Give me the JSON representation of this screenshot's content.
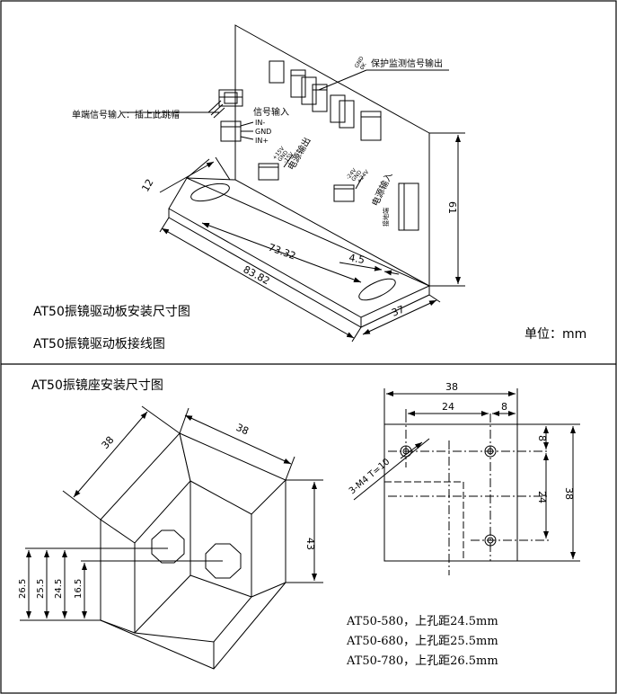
{
  "top": {
    "title_size": "AT50振镜驱动板安装尺寸图",
    "title_wiring": "AT50振镜驱动板接线图",
    "unit_label": "单位：mm",
    "callouts": {
      "single_end": "单端信号输入：插上此跳帽",
      "signal_in": "信号输入",
      "in_minus": "IN-",
      "gnd": "GND",
      "in_plus": "IN+",
      "power_out": "电源输出",
      "plus15": "+15V",
      "gnd_a": "GND",
      "minus15": "-15V",
      "power_in": "电源输入",
      "minus24": "-24V",
      "gnd_b": "GND",
      "plus24": "+24V",
      "protect_label": "保护监测信号输出",
      "gnd_c": "GND",
      "ok": "0K",
      "side_label": "接地端"
    },
    "dims": {
      "d12": "12",
      "d73": "73.32",
      "d84": "83.82",
      "d45": "4.5",
      "d37": "37",
      "d61": "61"
    }
  },
  "bottom": {
    "title": "AT50振镜座安装尺寸图",
    "iso_dims": {
      "d38a": "38",
      "d38b": "38",
      "d43": "43",
      "h265": "26.5",
      "h255": "25.5",
      "h245": "24.5",
      "h165": "16.5"
    },
    "plan_dims": {
      "top38": "38",
      "d24": "24",
      "d8a": "8",
      "r8": "8",
      "r24": "24",
      "r38": "38",
      "holes": "3-M4 T=10"
    },
    "notes": [
      "AT50-580，上孔距24.5mm",
      "AT50-680，上孔距25.5mm",
      "AT50-780，上孔距26.5mm"
    ]
  }
}
